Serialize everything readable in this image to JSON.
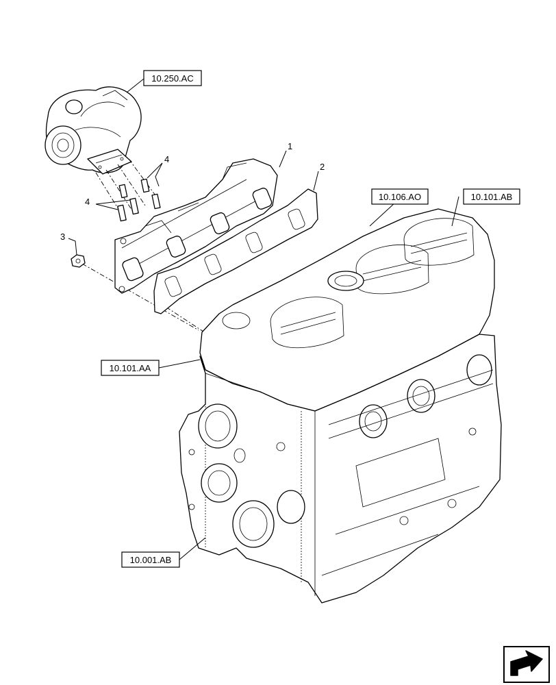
{
  "references": {
    "turbocharger": "10.250.AC",
    "cylinder_head_cover": "10.106.AO",
    "cylinder_head": "10.101.AB",
    "engine_block_top": "10.101.AA",
    "engine_block": "10.001.AB"
  },
  "callouts": {
    "exhaust_manifold": "1",
    "manifold_gasket": "2",
    "nut": "3",
    "stud_upper": "4",
    "stud_lower": "4"
  },
  "icons": {
    "navigation": "next-page-arrow-icon"
  }
}
